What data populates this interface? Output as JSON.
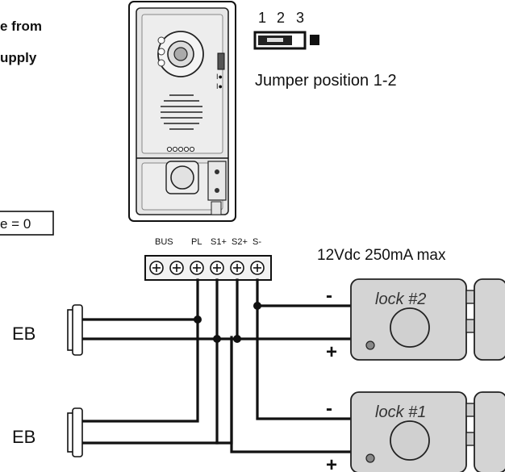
{
  "header_note": {
    "line1": "e from",
    "line2": "upply"
  },
  "setting_box": "e = 0",
  "jumper": {
    "numbers": [
      "1",
      "2",
      "3"
    ],
    "caption": "Jumper position 1-2"
  },
  "terminals": {
    "labels": [
      "BUS",
      "PL",
      "S1+",
      "S2+",
      "S-"
    ]
  },
  "power_spec": "12Vdc 250mA max",
  "locks": [
    {
      "name": "lock #2",
      "minus": "-",
      "plus": "+"
    },
    {
      "name": "lock #1",
      "minus": "-",
      "plus": "+"
    }
  ],
  "buttons": [
    {
      "label": "EB"
    },
    {
      "label": "EB"
    }
  ],
  "colors": {
    "panel_fill": "#e6e6e6",
    "lock_fill": "#d4d4d4",
    "line": "#111111",
    "led": "#888888"
  }
}
